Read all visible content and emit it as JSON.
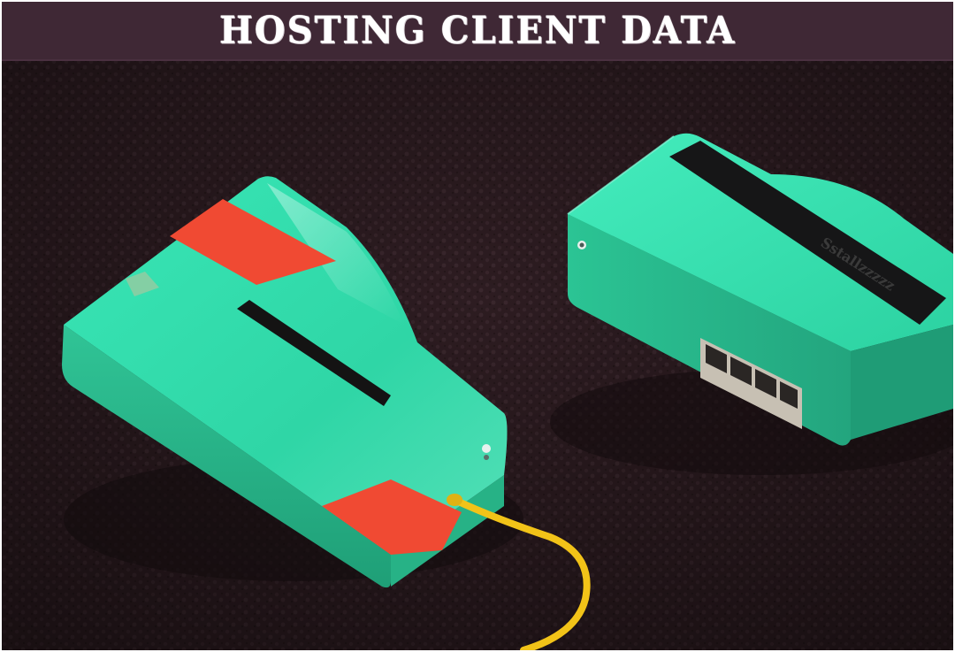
{
  "header": {
    "title": "HOSTING CLIENT DATA"
  },
  "scene": {
    "subject": "two-mint-green-devices-on-dark-leather",
    "device_label": "Sstallzzzzz"
  },
  "colors": {
    "title_bar": "#3f2835",
    "title_text": "#ffffff",
    "background_leather": "#2e1d22",
    "device_green": "#2fd6a6",
    "accent_red": "#f04a33",
    "cable_yellow": "#f2c318",
    "slot_black": "#141313"
  }
}
